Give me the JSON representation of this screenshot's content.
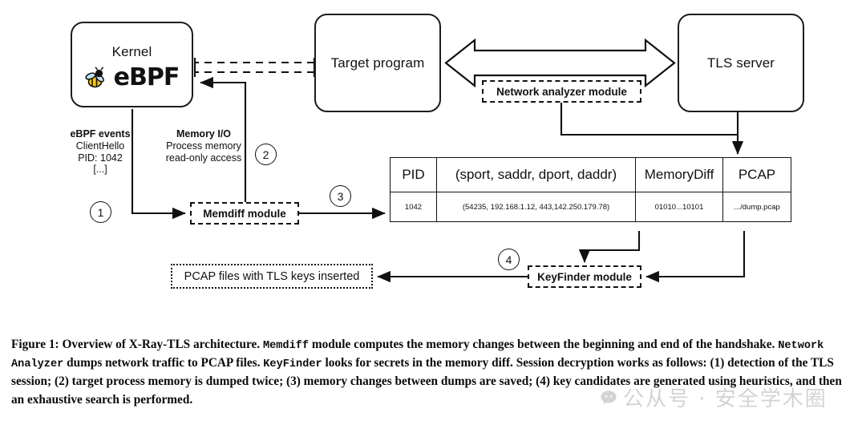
{
  "figure": {
    "nodes": {
      "kernel": "Kernel",
      "kernel_logo_text": "eBPF",
      "target_program": "Target program",
      "tls_server": "TLS server"
    },
    "modules": {
      "network_analyzer": "Network analyzer module",
      "memdiff": "Memdiff module",
      "keyfinder": "KeyFinder module",
      "pcap_output": "PCAP files with TLS keys inserted"
    },
    "annotations": {
      "ebpf_events": {
        "title": "eBPF events",
        "line1": "ClientHello",
        "line2": "PID: 1042",
        "line3": "[...]"
      },
      "memory_io": {
        "title": "Memory I/O",
        "line1": "Process memory",
        "line2": "read-only access"
      }
    },
    "steps": [
      "1",
      "2",
      "3",
      "4"
    ],
    "table": {
      "headers": [
        "PID",
        "(sport, saddr, dport, daddr)",
        "MemoryDiff",
        "PCAP"
      ],
      "rows": [
        [
          "1042",
          "(54235, 192.168.1.12, 443,142.250.179.78)",
          "01010...10101",
          ".../dump.pcap"
        ]
      ]
    },
    "colors": {
      "stroke": "#111111",
      "background": "#ffffff",
      "bee_body": "#f5c518",
      "bee_wing": "#bfe4f5"
    }
  },
  "caption": {
    "part1": "Figure 1: Overview of X-Ray-TLS architecture. ",
    "mono1": "Memdiff",
    "part2": " module computes the memory changes between the beginning and end of the handshake. ",
    "mono2": "Network Analyzer",
    "part3": " dumps network traffic to PCAP files. ",
    "mono3": "KeyFinder",
    "part4": " looks for secrets in the memory diff. Session decryption works as follows: (1) detection of the TLS session; (2) target process memory is dumped twice; (3) memory changes between dumps are saved; (4) key candidates are generated using heuristics, and then an exhaustive search is performed."
  },
  "watermark": {
    "text": "公从号 · 安全学木圈"
  }
}
